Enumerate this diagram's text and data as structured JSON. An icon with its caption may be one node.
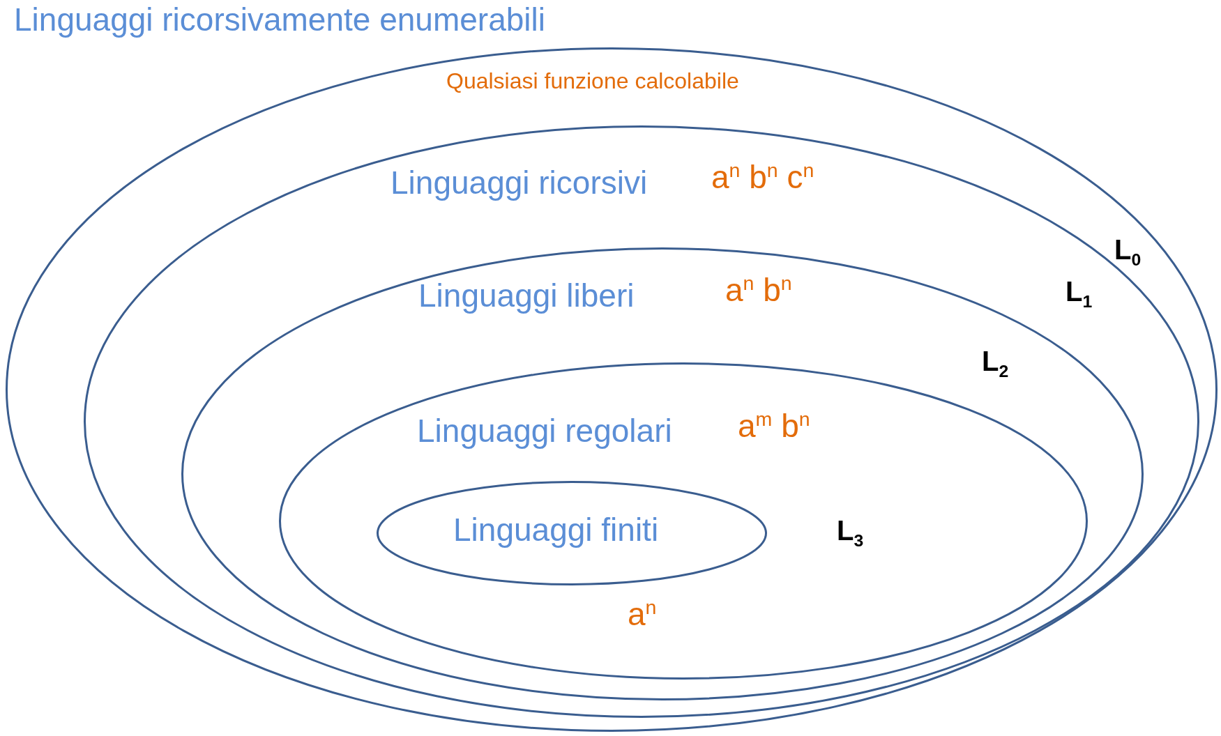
{
  "diagram": {
    "nodes": [
      {
        "text": [
          "Linguaggi ricorsivamente enumerabili",
          "Qualsiasi funzione calcolabile",
          "L$_{0}$"
        ]
      },
      {
        "text": [
          "Linguaggi ricorsivi",
          "a$^{n}$ b$^{n}$ c$^{n}$",
          "L$_{1}$"
        ],
        "in": 0
      },
      {
        "text": [
          "Linguaggi liberi",
          "a$^{n}$ b$^{n}$",
          "L$_{2}$"
        ],
        "in": 1
      },
      {
        "text": [
          "Linguaggi regolari",
          "a$^{m}$ b$^{n}$",
          "L$_{3}$",
          "a$^{n}$"
        ],
        "in": 2
      },
      {
        "text": [
          "Linguaggi finiti"
        ],
        "in": 3
      }
    ]
  }
}
